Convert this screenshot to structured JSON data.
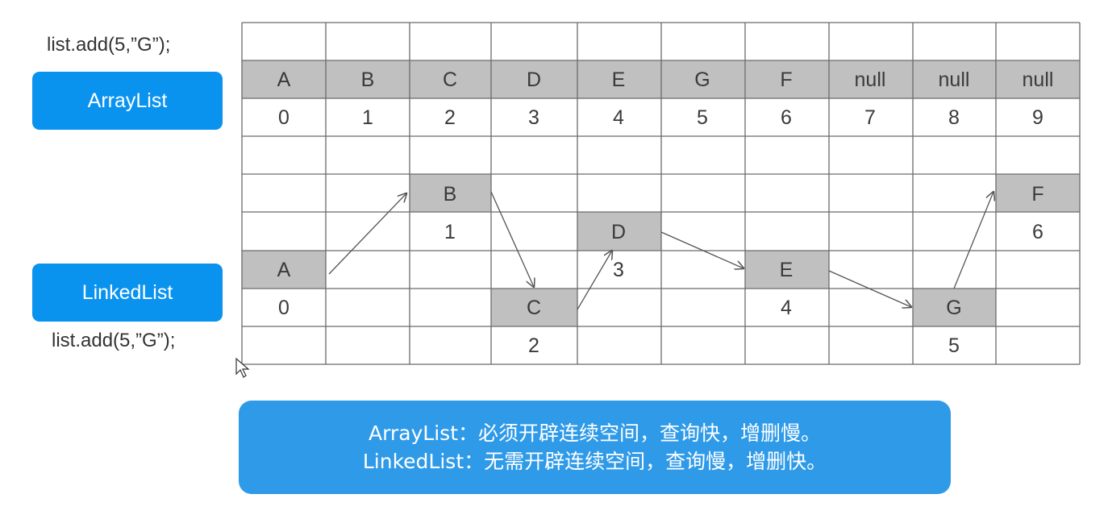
{
  "arraylist": {
    "code": "list.add(5,”G”);",
    "button": "ArrayList",
    "values": [
      "A",
      "B",
      "C",
      "D",
      "E",
      "G",
      "F",
      "null",
      "null",
      "null"
    ],
    "indices": [
      "0",
      "1",
      "2",
      "3",
      "4",
      "5",
      "6",
      "7",
      "8",
      "9"
    ]
  },
  "linkedlist": {
    "code": "list.add(5,”G”);",
    "button": "LinkedList",
    "nodes": [
      {
        "value": "A",
        "index": "0"
      },
      {
        "value": "B",
        "index": "1"
      },
      {
        "value": "C",
        "index": "2"
      },
      {
        "value": "D",
        "index": "3"
      },
      {
        "value": "E",
        "index": "4"
      },
      {
        "value": "G",
        "index": "5"
      },
      {
        "value": "F",
        "index": "6"
      }
    ]
  },
  "summary": {
    "line1": "ArrayList：必须开辟连续空间，查询快，增删慢。",
    "line2": "LinkedList：无需开辟连续空间，查询慢，增删快。"
  },
  "colors": {
    "button_blue": "#0a93ee",
    "summary_blue": "#2f9ae8",
    "cell_fill": "#c0c0c0",
    "grid_line": "#6b6b6b"
  }
}
